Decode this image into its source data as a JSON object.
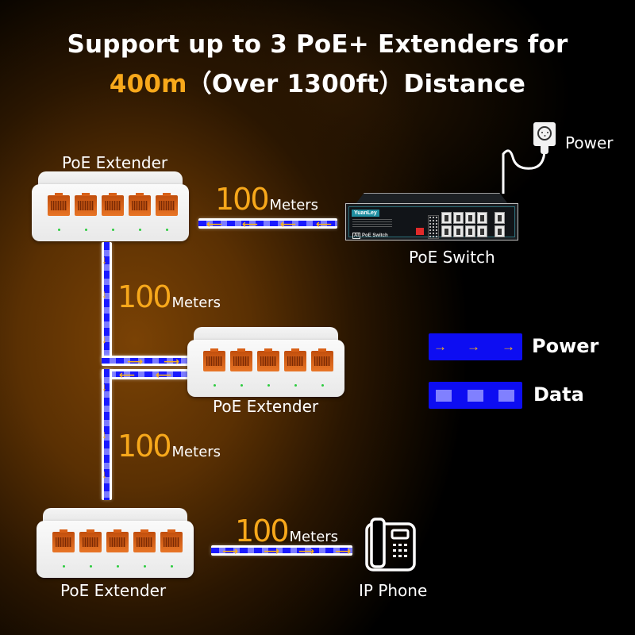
{
  "header": {
    "line1": "Support up to 3 PoE+ Extenders for",
    "line2_accent": "400m",
    "line2_rest": "（Over 1300ft）Distance"
  },
  "colors": {
    "accent": "#f7a81b",
    "cable_blue": "#1a1aff",
    "cable_light": "#7c7cff",
    "port_orange": "#e0661a",
    "legend_blue": "#0d0df2"
  },
  "devices": {
    "extender_1": {
      "label": "PoE Extender",
      "icon": "poe-extender-icon",
      "ports": 5
    },
    "extender_2": {
      "label": "PoE Extender",
      "icon": "poe-extender-icon",
      "ports": 5
    },
    "extender_3": {
      "label": "PoE Extender",
      "icon": "poe-extender-icon",
      "ports": 5
    },
    "switch": {
      "label": "PoE Switch",
      "icon": "poe-switch-icon",
      "brand": "YuanLey",
      "model_label": "PoE Switch",
      "ai_badge": "AI"
    },
    "power": {
      "label": "Power",
      "icon": "power-outlet-icon"
    },
    "phone": {
      "label": "IP Phone",
      "icon": "ip-phone-icon"
    }
  },
  "links": [
    {
      "from": "PoE Switch",
      "to": "PoE Extender 1",
      "distance_value": "100",
      "distance_unit": "Meters"
    },
    {
      "from": "PoE Extender 1",
      "to": "PoE Extender 2",
      "distance_value": "100",
      "distance_unit": "Meters"
    },
    {
      "from": "PoE Extender 2",
      "to": "PoE Extender 3",
      "distance_value": "100",
      "distance_unit": "Meters"
    },
    {
      "from": "PoE Extender 3",
      "to": "IP Phone",
      "distance_value": "100",
      "distance_unit": "Meters"
    }
  ],
  "legend": {
    "power": {
      "label": "Power",
      "icon": "arrow-right-icon"
    },
    "data": {
      "label": "Data",
      "icon": "data-block-icon"
    }
  }
}
